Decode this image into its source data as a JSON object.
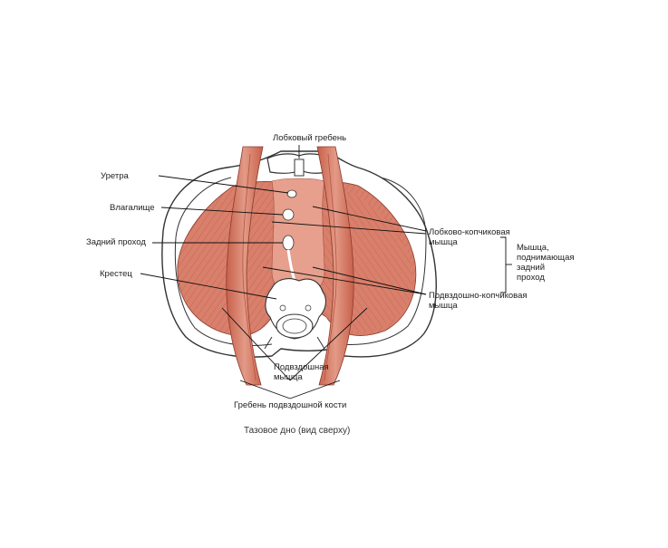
{
  "labels": {
    "pubic_crest": "Лобковый гребень",
    "urethra": "Уретра",
    "vagina": "Влагалище",
    "anus": "Задний проход",
    "sacrum": "Крестец",
    "pubococcygeus_line1": "Лобково-копчиковая",
    "pubococcygeus_line2": "мышца",
    "levator_line1": "Мышца,",
    "levator_line2": "поднимающая",
    "levator_line3": "задний",
    "levator_line4": "проход",
    "iliococcygeus_line1": "Подвздошно-копчиковая",
    "iliococcygeus_line2": "мышца",
    "iliacus_line1": "Подвздошная",
    "iliacus_line2": "мышца",
    "iliac_crest": "Гребень подвздошной кости"
  },
  "caption": "Тазовое дно (вид сверху)",
  "colors": {
    "muscle": "#d9806c",
    "muscle_dark": "#b9533f",
    "muscle_light": "#eab1a0",
    "bone": "#ffffff",
    "outline": "#333333"
  }
}
